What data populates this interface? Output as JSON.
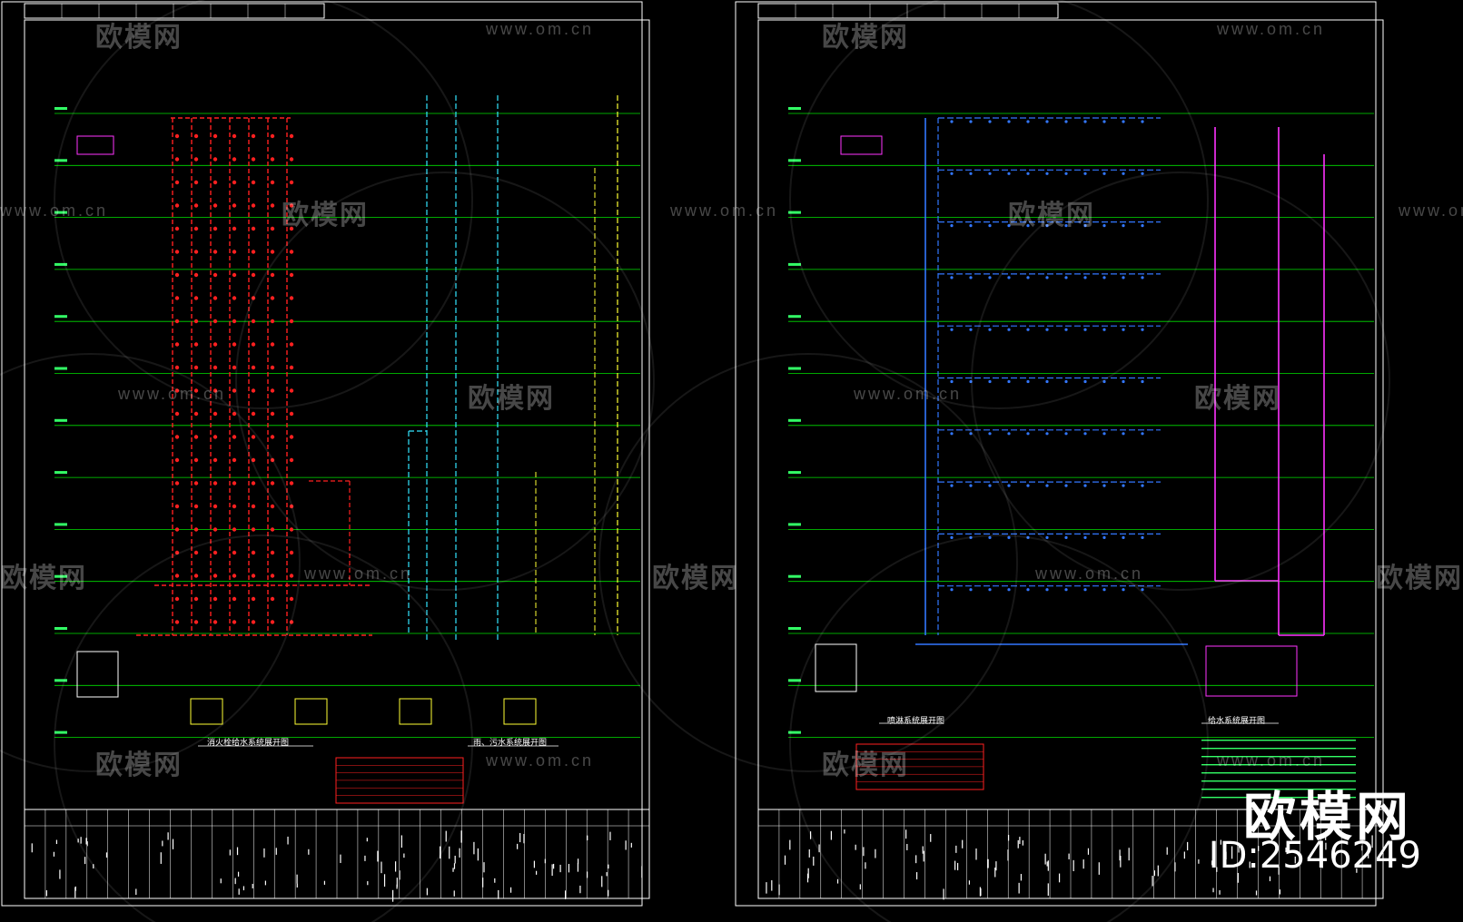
{
  "watermarks": {
    "brand": "欧模网",
    "url": "www.om.cn"
  },
  "left_sheet": {
    "caption_1": "消火栓给水系统展开图",
    "caption_2": "雨、污水系统展开图"
  },
  "right_sheet": {
    "caption_1": "喷淋系统展开图",
    "caption_2": "给水系统展开图"
  },
  "corner_stamp": {
    "brand": "欧模网",
    "id": "ID:2546249"
  },
  "colors": {
    "frame": "#ffffff",
    "floor_line": "#00e000",
    "fire_hydrant": "#ff2020",
    "rain_drain": "#33e6ff",
    "waste": "#ffff33",
    "sprinkler": "#3377ff",
    "water_supply": "#ff33ff",
    "text_green": "#33ff66"
  }
}
